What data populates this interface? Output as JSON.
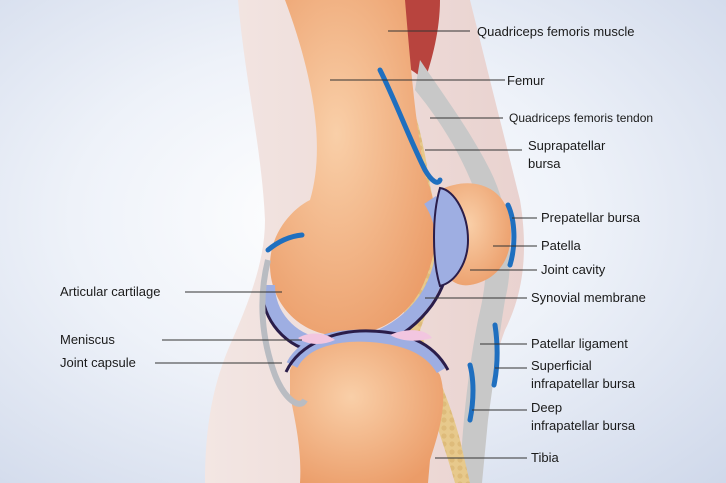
{
  "labels": {
    "quadriceps_muscle": "Quadriceps femoris muscle",
    "femur": "Femur",
    "quadriceps_tendon": "Quadriceps femoris tendon",
    "suprapatellar_bursa_1": "Suprapatellar",
    "suprapatellar_bursa_2": "bursa",
    "prepatellar_bursa": "Prepatellar bursa",
    "patella": "Patella",
    "joint_cavity": "Joint cavity",
    "articular_cartilage": "Articular cartilage",
    "synovial_membrane": "Synovial membrane",
    "meniscus": "Meniscus",
    "patellar_ligament": "Patellar ligament",
    "joint_capsule": "Joint capsule",
    "superficial_bursa_1": "Superficial",
    "superficial_bursa_2": "infrapatellar bursa",
    "deep_bursa_1": "Deep",
    "deep_bursa_2": "infrapatellar bursa",
    "tibia": "Tibia"
  },
  "colors": {
    "skin": "#f1e2df",
    "bone": "#f0a877",
    "bone_light": "#f7c9a2",
    "cartilage": "#9eaee2",
    "bursa": "#1f6fbf",
    "fat": "#e6c98a",
    "tendon": "#c8c8c8",
    "muscle": "#b8443e",
    "synovial": "#2a1d4a",
    "meniscus": "#f2c6e0"
  }
}
